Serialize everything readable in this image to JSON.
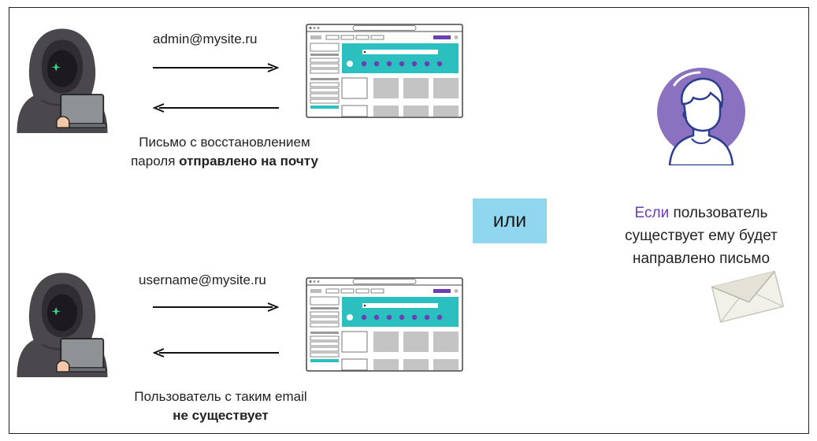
{
  "scenario_top": {
    "email": "admin@mysite.ru",
    "caption_line1": "Письмо с восстановлением",
    "caption_line2_normal": "пароля ",
    "caption_line2_bold": "отправлено на почту"
  },
  "scenario_bottom": {
    "email": "username@mysite.ru",
    "caption_line1": "Пользователь с таким email",
    "caption_line2_bold": "не существует"
  },
  "divider_label": "или",
  "note": {
    "accent_word": "Если",
    "line1_rest": " пользователь",
    "line2": "существует ему будет",
    "line3": "направлено письмо"
  },
  "colors": {
    "accent": "#6b3fb3",
    "divider_box": "#8fd6ee",
    "browser_teal": "#2bbfbf",
    "browser_purple": "#6b3fb3",
    "avatar_circle": "#8a72c0",
    "hacker_body": "#4a474d"
  },
  "icons": {
    "hacker": "hooded-hacker-with-laptop-icon",
    "browser": "website-mockup-icon",
    "user": "user-avatar-icon",
    "envelope": "envelope-icon"
  }
}
